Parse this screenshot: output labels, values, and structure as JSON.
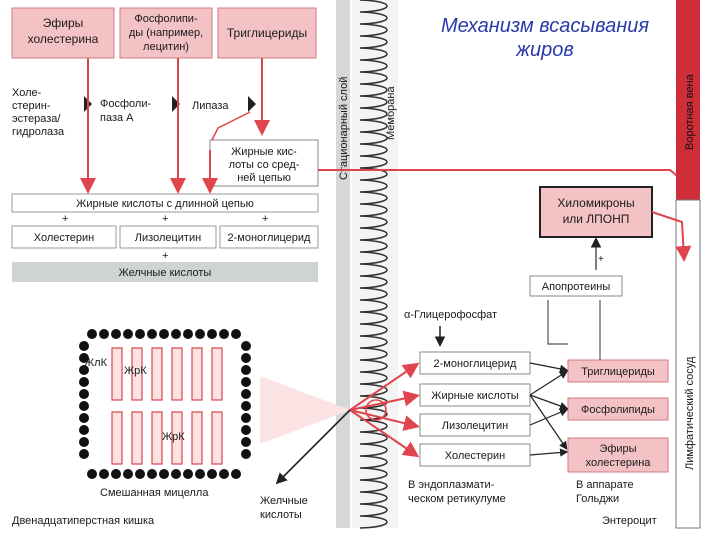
{
  "title": {
    "line1": "Механизм всасывания",
    "line2": "жиров"
  },
  "top_inputs": {
    "cholesterol_esters": [
      "Эфиры",
      "холестерина"
    ],
    "phospholipids": [
      "Фосфолипи-",
      "ды (например,",
      "лецитин)"
    ],
    "triglycerides": "Триглицериды"
  },
  "enzymes": {
    "cholesterol_esterase": [
      "Холе-",
      "стерин-",
      "эстераза/",
      "гидролаза"
    ],
    "phospholipase": [
      "Фосфоли-",
      "паза А"
    ],
    "lipase": "Липаза"
  },
  "medium_chain": [
    "Жирные кис-",
    "лоты со сред-",
    "ней цепью"
  ],
  "long_chain_fa": "Жирные кислоты с длинной цепью",
  "plus": "+",
  "products": {
    "cholesterol": "Холестерин",
    "lysolecithin": "Лизолецитин",
    "monoglyceride": "2-моноглицерид"
  },
  "bile_acids": "Желчные кислоты",
  "micelle": {
    "caption": "Смешанная мицелла",
    "label_bile": "ЖлК",
    "label_fa1": "ЖрК",
    "label_fa2": "ЖрК"
  },
  "bile_acids_out": [
    "Желчные",
    "кислоты"
  ],
  "duodenum": "Двенадцатиперстная кишка",
  "stationary_layer": "Стационарный слой",
  "membrane": "Мембрана",
  "glycerophosphate": "α-Глицерофосфат",
  "er_items": [
    "2-моноглицерид",
    "Жирные кислоты",
    "Лизолецитин",
    "Холестерин"
  ],
  "er_caption": [
    "В эндоплазмати-",
    "ческом ретикулуме"
  ],
  "golgi_items": {
    "triglycerides": "Триглицериды",
    "phospholipids": "Фосфолипиды",
    "cholesterol_esters": [
      "Эфиры",
      "холестерина"
    ]
  },
  "golgi_caption": [
    "В аппарате",
    "Гольджи"
  ],
  "apoproteins": "Апопротеины",
  "chylomicrons": [
    "Хиломикроны",
    "или ЛПОНП"
  ],
  "portal_vein": "Воротная вена",
  "lymph_vessel": "Лимфатический сосуд",
  "enterocyte": "Энтероцит",
  "colors": {
    "red": "#e0444c",
    "pink": "#f3c2c5",
    "dark_red": "#cf2e38",
    "grey": "#cfd3d3"
  }
}
